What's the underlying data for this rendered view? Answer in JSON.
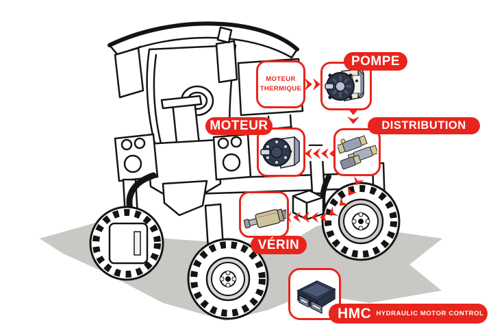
{
  "diagram": {
    "subject": "straddle-tractor-hydraulic-system-diagram",
    "background_color": "#ffffff",
    "accent_color": "#e8251c",
    "shadow_color": "#cac8c4",
    "callouts": {
      "moteur_thermique": {
        "label_line1": "MOTEUR",
        "label_line2": "THERMIQUE"
      },
      "pompe": {
        "label": "POMPE"
      },
      "moteur": {
        "label": "MOTEUR"
      },
      "distribution": {
        "label": "DISTRIBUTION"
      },
      "verin": {
        "label": "VÉRIN"
      },
      "hmc": {
        "label": "HMC",
        "subtitle": "HYDRAULIC MOTOR CONTROL"
      }
    },
    "connections": [
      {
        "from": "moteur-thermique",
        "to": "pompe",
        "direction": "right"
      },
      {
        "from": "pompe",
        "to": "distribution",
        "direction": "down"
      },
      {
        "from": "distribution",
        "to": "moteur",
        "direction": "left"
      },
      {
        "from": "distribution",
        "to": "verin",
        "direction": "down-then-left"
      }
    ]
  }
}
